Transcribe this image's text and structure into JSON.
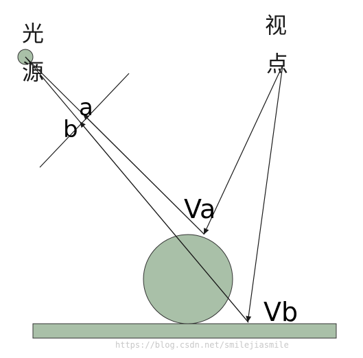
{
  "labels": {
    "light_source": [
      "光",
      "源"
    ],
    "viewpoint": [
      "视",
      "点"
    ],
    "a": "a",
    "b": "b",
    "va": "Va",
    "vb": "Vb"
  },
  "watermark": "https://blog.csdn.net/smilejiasmile",
  "colors": {
    "shape_fill": "#a9c0a8",
    "stroke": "#333333",
    "line": "#1a1a1a"
  }
}
